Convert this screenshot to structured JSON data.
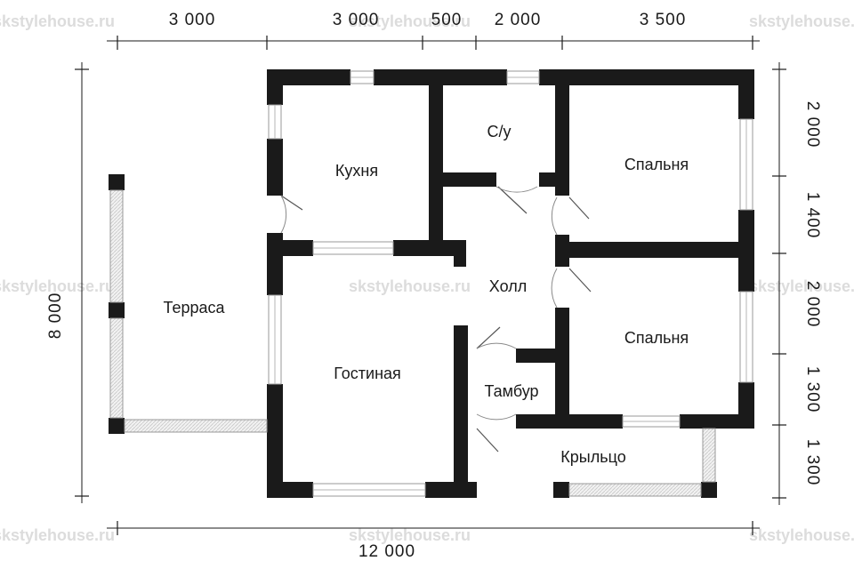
{
  "watermark": "skstylehouse.ru",
  "rooms": {
    "kitchen": "Кухня",
    "bathroom": "С/у",
    "bedroom_top": "Спальня",
    "hall": "Холл",
    "bedroom_bottom": "Спальня",
    "terrace": "Терраса",
    "living": "Гостиная",
    "vestibule": "Тамбур",
    "porch": "Крыльцо"
  },
  "dimensions": {
    "top": [
      "3 000",
      "3 000",
      "500",
      "2 000",
      "3 500"
    ],
    "right": [
      "2 000",
      "1 400",
      "2 000",
      "1 300",
      "1 300"
    ],
    "left": "8 000",
    "bottom": "12 000"
  },
  "colors": {
    "wall": "#1a1a1a",
    "dimension": "#1a1a1a",
    "watermark": "#dcdcdc"
  }
}
